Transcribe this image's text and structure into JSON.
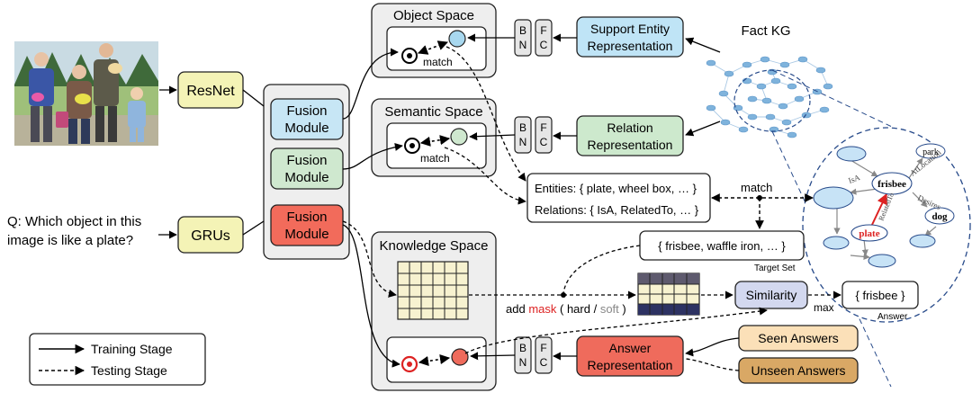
{
  "input": {
    "question_line1": "Q: Which object in this",
    "question_line2": "image is like a plate?"
  },
  "encoders": {
    "image": "ResNet",
    "question": "GRUs"
  },
  "fusion": {
    "line1": "Fusion",
    "line2": "Module",
    "colors": [
      "#c7e6f5",
      "#cfe8cf",
      "#f26b5b"
    ]
  },
  "spaces": {
    "object": {
      "title": "Object Space",
      "match": "match"
    },
    "semantic": {
      "title": "Semantic Space",
      "match": "match"
    },
    "knowledge": {
      "title": "Knowledge Space"
    }
  },
  "bnfc": {
    "b": "B",
    "n": "N",
    "f": "F",
    "c": "C"
  },
  "representations": {
    "support_entity": {
      "line1": "Support Entity",
      "line2": "Representation",
      "color": "#bfe4f6"
    },
    "relation": {
      "line1": "Relation",
      "line2": "Representation",
      "color": "#cde9cd"
    },
    "answer": {
      "line1": "Answer",
      "line2": "Representation",
      "color": "#ef6b5c"
    }
  },
  "fact_kg": {
    "title": "Fact KG",
    "nodes": {
      "frisbee": "frisbee",
      "park": "park",
      "plate": "plate",
      "dog": "dog"
    },
    "edges": {
      "isa": "IsA",
      "atlocation": "AtLocation",
      "desires": "Desires",
      "relatedto": "RelatedTo"
    }
  },
  "entities_box": {
    "entities": "Entities: { plate, wheel box, … }",
    "relations": "Relations: { IsA, RelatedTo, … }",
    "match": "match"
  },
  "target_set": {
    "text": "{ frisbee, waffle iron, … }",
    "caption": "Target Set"
  },
  "mask": {
    "prefix": "add ",
    "word": "mask",
    "open": " ( ",
    "hard": "hard",
    "slash": " / ",
    "soft": "soft",
    "close": " )"
  },
  "similarity": {
    "label": "Similarity",
    "color": "#d3d8ef"
  },
  "max_label": "max",
  "answer": {
    "text": "{ frisbee }",
    "caption": "Answer"
  },
  "answers_pool": {
    "seen": {
      "label": "Seen Answers",
      "color": "#fbe0b8"
    },
    "unseen": {
      "label": "Unseen Answers",
      "color": "#d9a865"
    }
  },
  "legend": {
    "training": "Training Stage",
    "testing": "Testing Stage"
  }
}
